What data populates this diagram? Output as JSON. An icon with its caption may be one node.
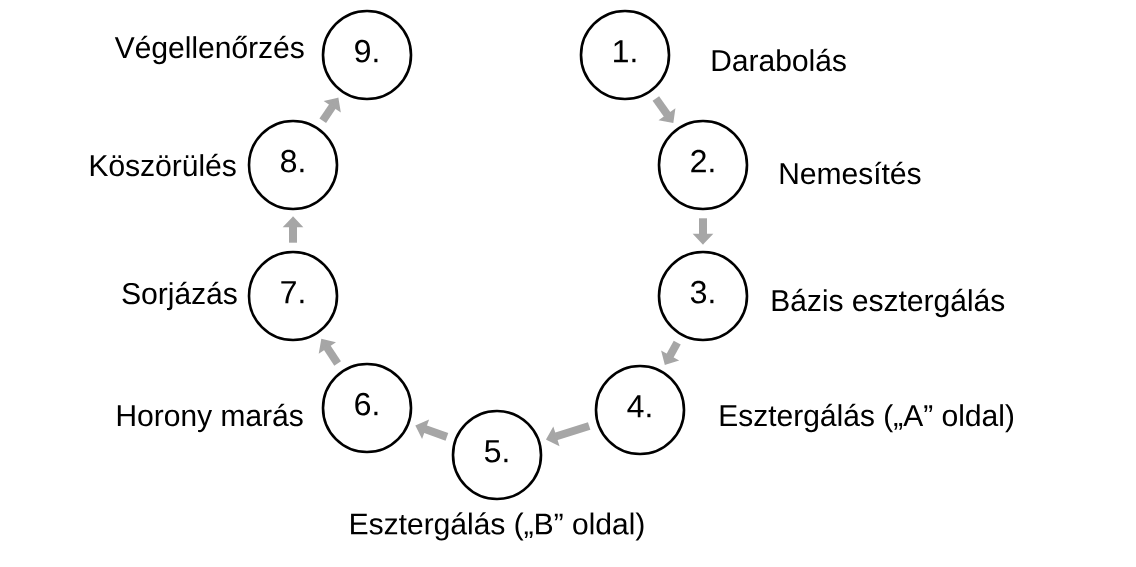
{
  "diagram": {
    "nodes": [
      {
        "text": [
          "1."
        ],
        "beside": [
          "Darabolás"
        ]
      },
      {
        "text": [
          "2."
        ],
        "beside": [
          "Nemesítés"
        ]
      },
      {
        "text": [
          "3."
        ],
        "beside": [
          "Bázis esztergálás"
        ]
      },
      {
        "text": [
          "4."
        ],
        "beside": [
          "Esztergálás („A” oldal)"
        ]
      },
      {
        "text": [
          "5."
        ],
        "beside": [
          "Esztergálás („B” oldal)"
        ]
      },
      {
        "text": [
          "6."
        ],
        "beside": [
          "Horony marás"
        ]
      },
      {
        "text": [
          "7."
        ],
        "beside": [
          "Sorjázás"
        ]
      },
      {
        "text": [
          "8."
        ],
        "beside": [
          "Köszörülés"
        ]
      },
      {
        "text": [
          "9."
        ],
        "beside": [
          "Végellenőrzés"
        ]
      }
    ],
    "edges": [
      {
        "from": 0,
        "to": 1,
        "arrow": "to"
      },
      {
        "from": 1,
        "to": 2,
        "arrow": "to"
      },
      {
        "from": 2,
        "to": 3,
        "arrow": "to"
      },
      {
        "from": 3,
        "to": 4,
        "arrow": "to"
      },
      {
        "from": 4,
        "to": 5,
        "arrow": "to"
      },
      {
        "from": 5,
        "to": 6,
        "arrow": "to"
      },
      {
        "from": 6,
        "to": 7,
        "arrow": "to"
      },
      {
        "from": 7,
        "to": 8,
        "arrow": "to"
      }
    ]
  }
}
